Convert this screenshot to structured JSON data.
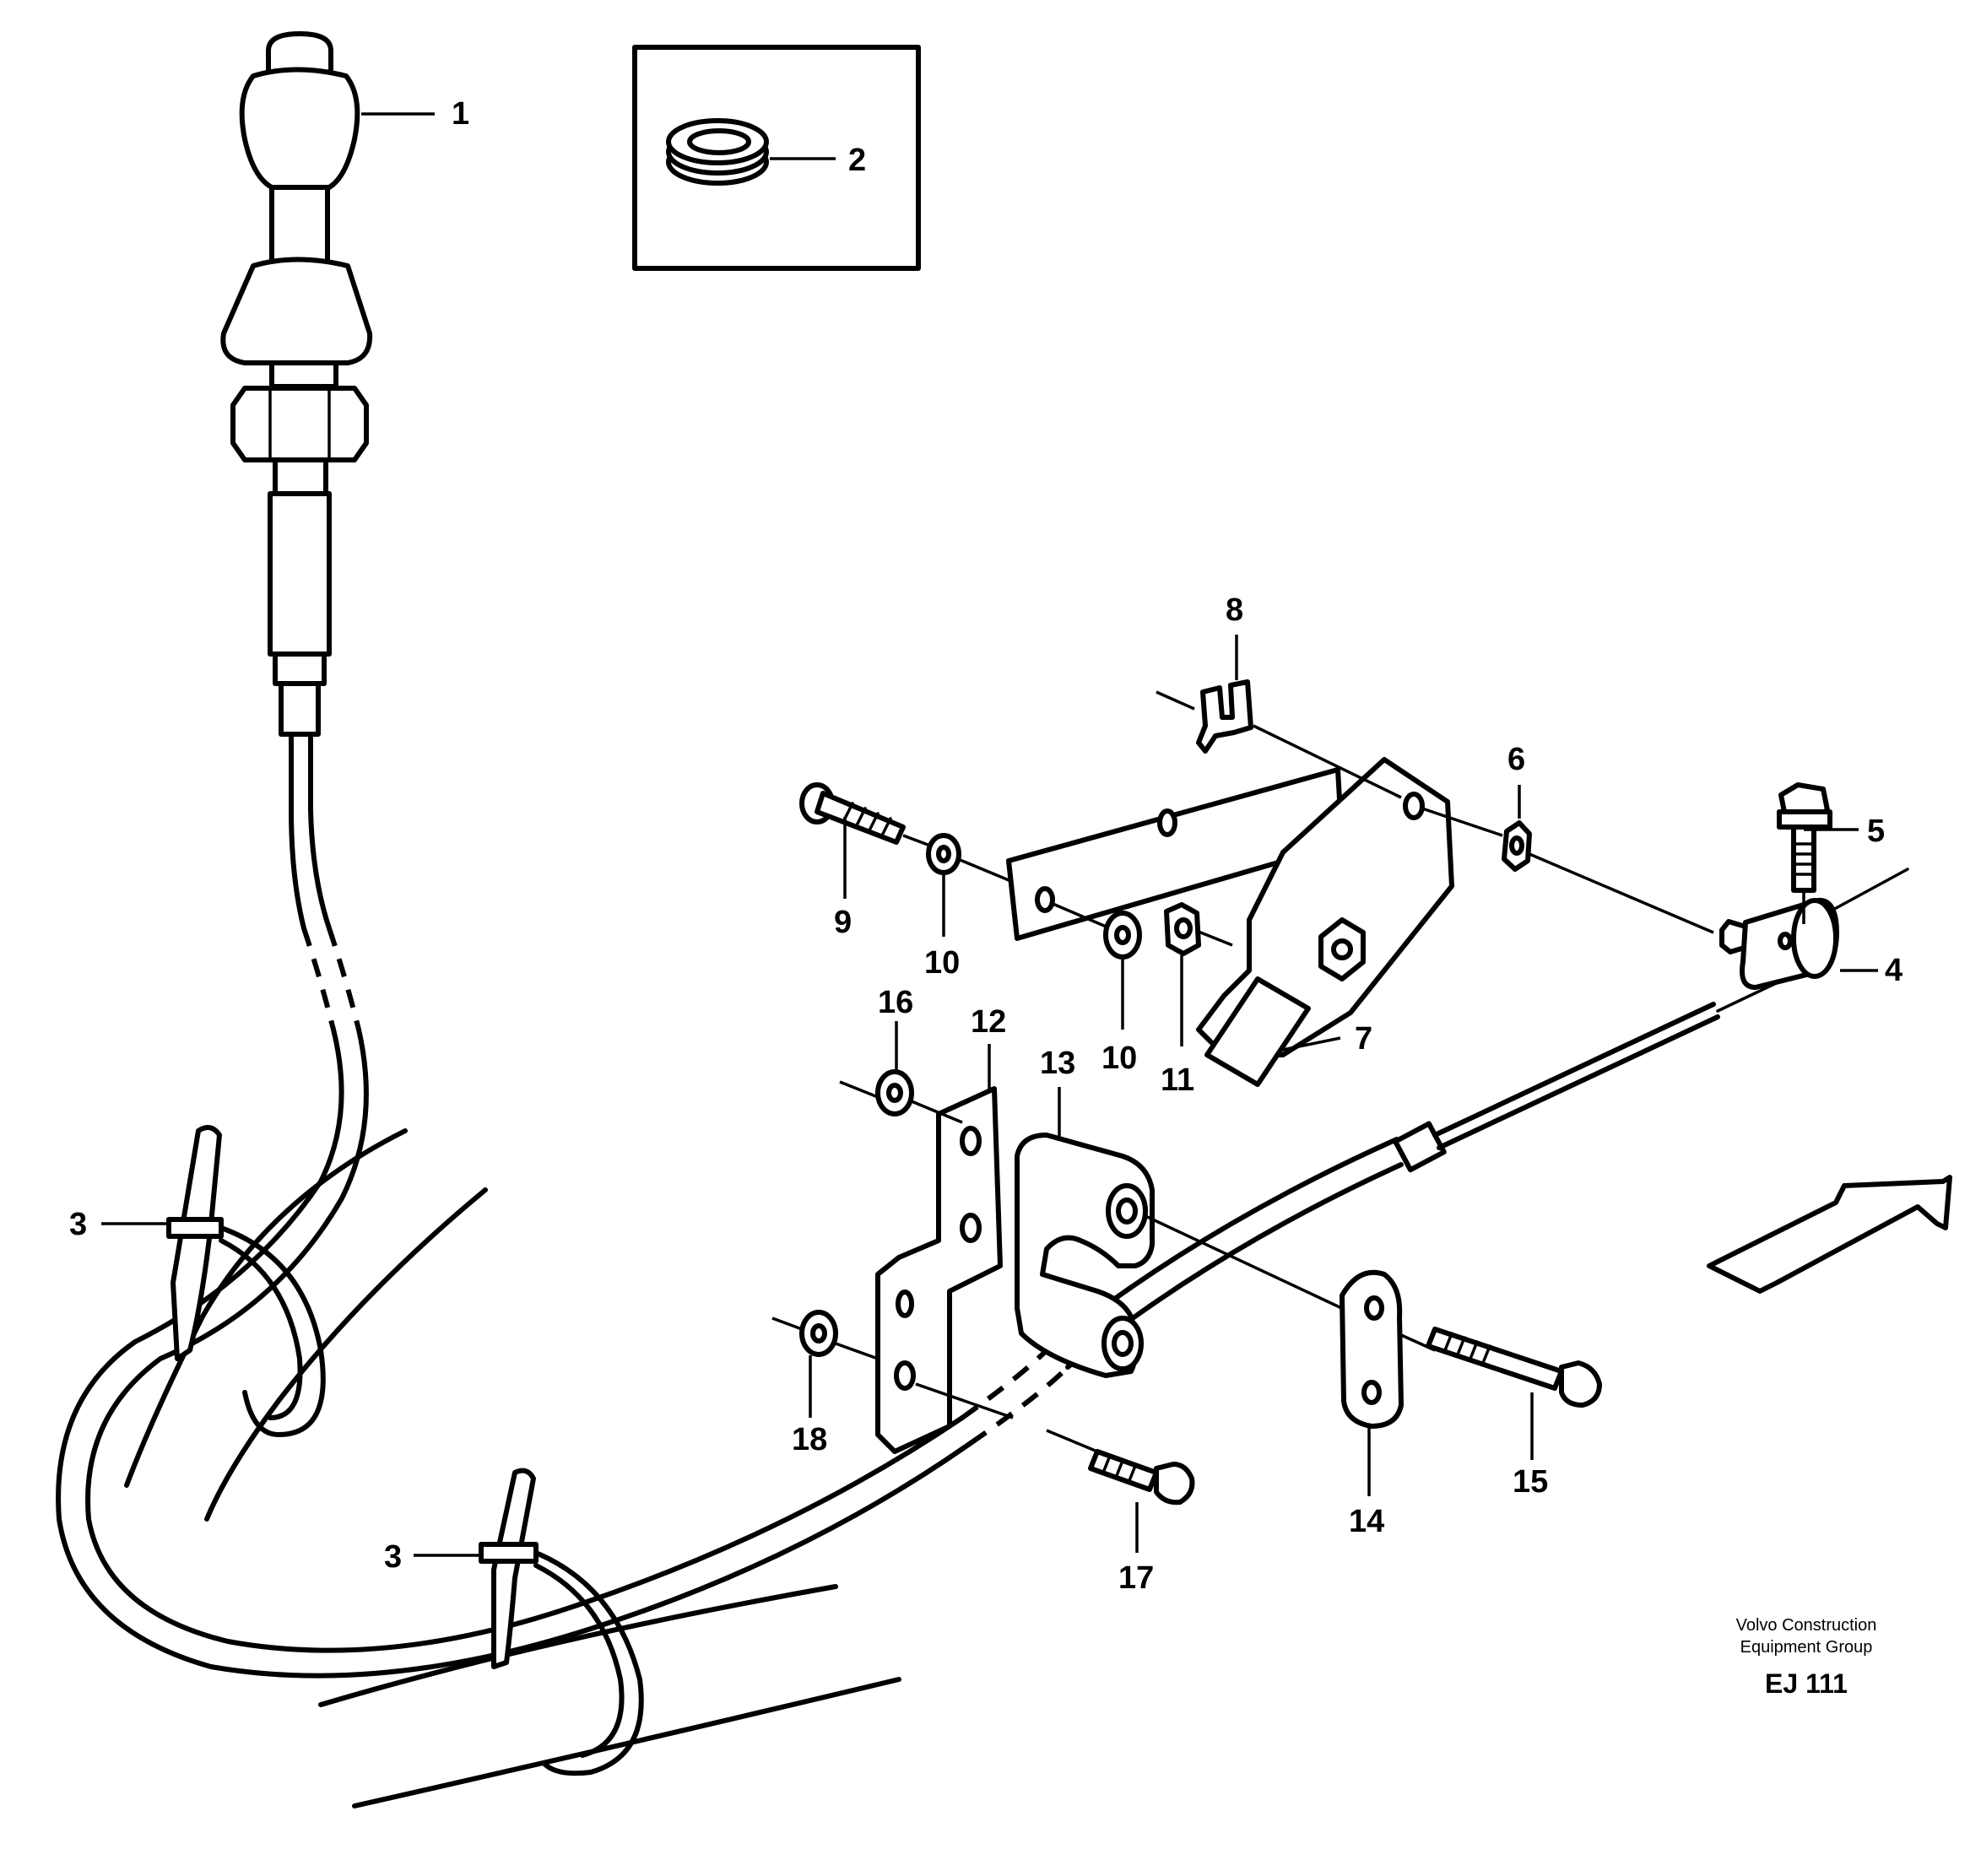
{
  "callouts": {
    "c1": "1",
    "c2": "2",
    "c3a": "3",
    "c3b": "3",
    "c4": "4",
    "c5": "5",
    "c6": "6",
    "c7": "7",
    "c8": "8",
    "c9": "9",
    "c10a": "10",
    "c10b": "10",
    "c11": "11",
    "c12": "12",
    "c13": "13",
    "c14": "14",
    "c15": "15",
    "c16": "16",
    "c17": "17",
    "c18": "18"
  },
  "credit": {
    "line1": "Volvo Construction",
    "line2": "Equipment Group",
    "code": "EJ 111"
  }
}
